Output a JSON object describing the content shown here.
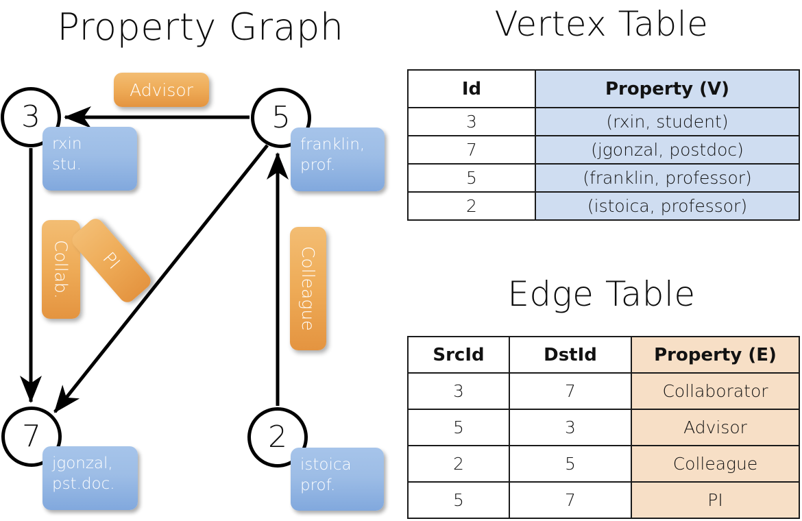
{
  "titles": {
    "property_graph": "Property Graph",
    "vertex_table": "Vertex Table",
    "edge_table": "Edge Table"
  },
  "graph": {
    "nodes": [
      {
        "id": "3",
        "label": "3",
        "property_line1": "rxin",
        "property_line2": "stu."
      },
      {
        "id": "5",
        "label": "5",
        "property_line1": "franklin,",
        "property_line2": "prof."
      },
      {
        "id": "7",
        "label": "7",
        "property_line1": "jgonzal,",
        "property_line2": "pst.doc."
      },
      {
        "id": "2",
        "label": "2",
        "property_line1": "istoica",
        "property_line2": "prof."
      }
    ],
    "relationship_labels": {
      "advisor": "Advisor",
      "collaborator": "Collab.",
      "pi": "PI",
      "colleague": "Colleague"
    },
    "edges": [
      {
        "from": "5",
        "to": "3",
        "label": "Advisor"
      },
      {
        "from": "3",
        "to": "7",
        "label": "Collab."
      },
      {
        "from": "5",
        "to": "7",
        "label": "PI"
      },
      {
        "from": "2",
        "to": "5",
        "label": "Colleague"
      }
    ]
  },
  "vertex_table": {
    "headers": [
      "Id",
      "Property (V)"
    ],
    "rows": [
      {
        "id": "3",
        "property": "(rxin, student)"
      },
      {
        "id": "7",
        "property": "(jgonzal, postdoc)"
      },
      {
        "id": "5",
        "property": "(franklin, professor)"
      },
      {
        "id": "2",
        "property": "(istoica, professor)"
      }
    ]
  },
  "edge_table": {
    "headers": [
      "SrcId",
      "DstId",
      "Property (E)"
    ],
    "rows": [
      {
        "src": "3",
        "dst": "7",
        "property": "Collaborator"
      },
      {
        "src": "5",
        "dst": "3",
        "property": "Advisor"
      },
      {
        "src": "2",
        "dst": "5",
        "property": "Colleague"
      },
      {
        "src": "5",
        "dst": "7",
        "property": "PI"
      }
    ]
  },
  "colors": {
    "vertex_property_fill": "#cfddf1",
    "edge_property_fill": "#f7dfc6",
    "node_property_box": "#9dbde6",
    "relationship_box": "#eeab57",
    "stroke": "#000000"
  }
}
